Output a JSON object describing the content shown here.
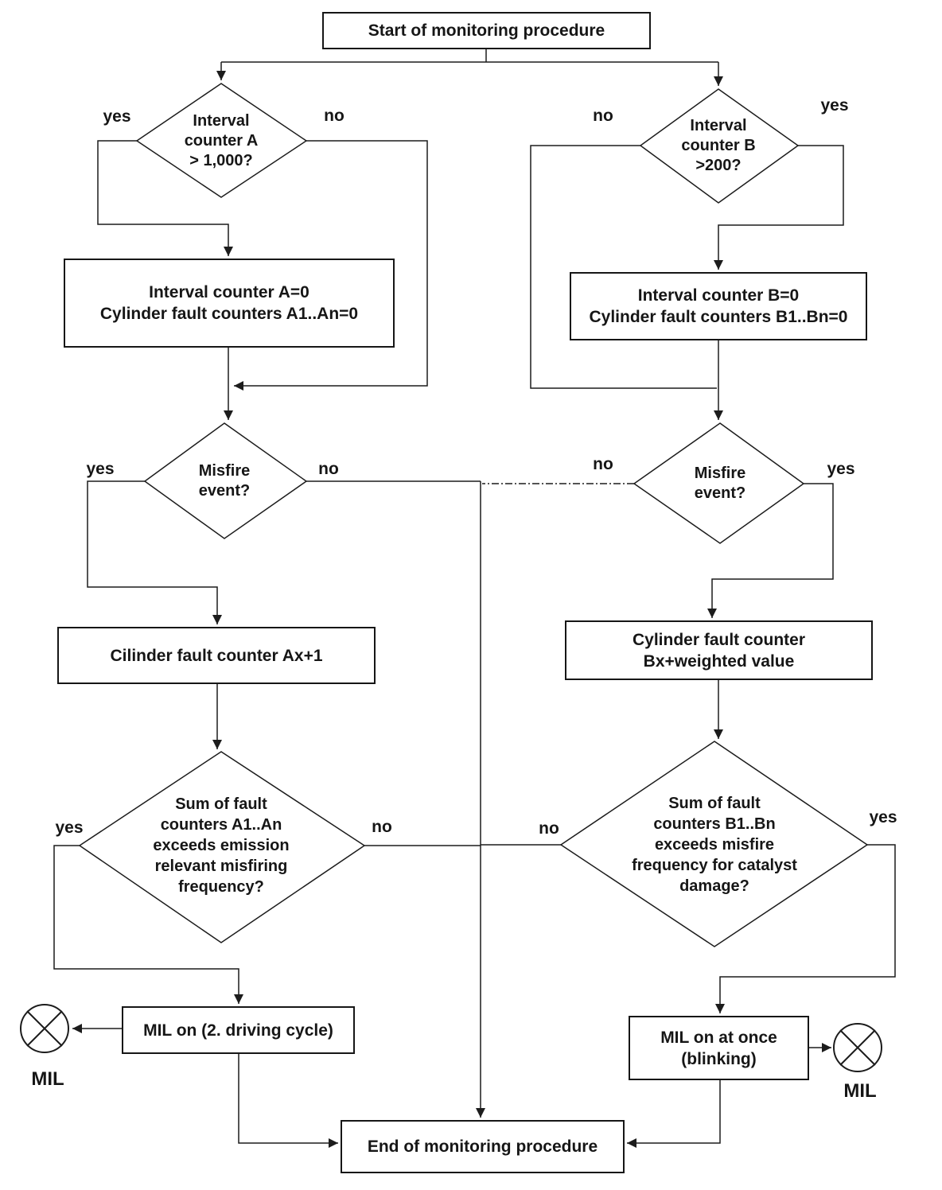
{
  "diagram": {
    "nodes": {
      "start": {
        "label": "Start of monitoring procedure"
      },
      "interval_counter_a": {
        "label": "Interval\ncounter A\n> 1,000?"
      },
      "interval_counter_b": {
        "label": "Interval\ncounter B\n>200?"
      },
      "reset_a": {
        "label": "Interval counter A=0\nCylinder fault counters A1..An=0"
      },
      "reset_b": {
        "label": "Interval counter B=0\nCylinder fault counters B1..Bn=0"
      },
      "misfire_a": {
        "label": "Misfire\nevent?"
      },
      "misfire_b": {
        "label": "Misfire\nevent?"
      },
      "increment_a": {
        "label": "Cilinder fault counter Ax+1"
      },
      "increment_b": {
        "label": "Cylinder fault counter\nBx+weighted value"
      },
      "sum_a": {
        "label": "Sum of  fault\ncounters A1..An\nexceeds emission\nrelevant misfiring\nfrequency?"
      },
      "sum_b": {
        "label": "Sum of  fault\ncounters B1..Bn\nexceeds misfire\nfrequency for catalyst\ndamage?"
      },
      "mil_a": {
        "label": "MIL on (2. driving cycle)"
      },
      "mil_b": {
        "label": "MIL on at once\n(blinking)"
      },
      "end": {
        "label": "End of monitoring procedure"
      },
      "mil_lamp_a": {
        "label": "MIL"
      },
      "mil_lamp_b": {
        "label": "MIL"
      }
    },
    "edge_labels": {
      "interval_a_yes": "yes",
      "interval_a_no": "no",
      "interval_b_no": "no",
      "interval_b_yes": "yes",
      "misfire_a_yes": "yes",
      "misfire_a_no": "no",
      "misfire_b_no": "no",
      "misfire_b_yes": "yes",
      "sum_a_yes": "yes",
      "sum_a_no": "no",
      "sum_b_no": "no",
      "sum_b_yes": "yes"
    },
    "colors": {
      "line": "#1c1c1c",
      "text": "#161616",
      "background": "#ffffff"
    }
  }
}
